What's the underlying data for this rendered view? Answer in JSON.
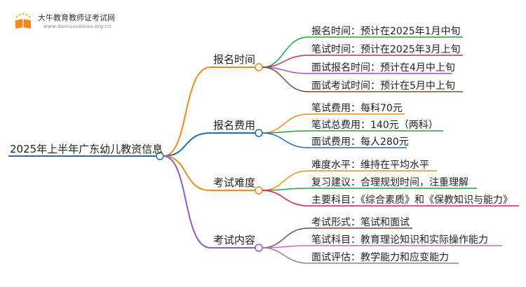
{
  "header": {
    "site_name": "大牛教育教师证考试网",
    "site_url": "www.daniuxuexiao.org.cn"
  },
  "root": {
    "label": "2025年上半年广东幼儿教资信息"
  },
  "colors": {
    "root": "#1a6fb8",
    "branches": [
      "#f28a1a",
      "#1a6fb8",
      "#f28a1a",
      "#8a5cc4"
    ],
    "leaves": [
      [
        "#22a33a",
        "#d4284a",
        "#8a5cc4",
        "#7a4a3a"
      ],
      [
        "#f28a1a",
        "#22a33a",
        "#1a6fb8"
      ],
      [
        "#f28a1a",
        "#22a33a",
        "#d4284a"
      ],
      [
        "#7a4a3a",
        "#d85fd0",
        "#8a8a8a"
      ]
    ]
  },
  "branches": [
    {
      "label": "报名时间",
      "leaves": [
        "报名时间：预计在2025年1月中旬",
        "笔试时间：预计在2025年3月上旬",
        "面试报名时间：预计在4月中上旬",
        "面试考试时间：预计在5月中上旬"
      ]
    },
    {
      "label": "报名费用",
      "leaves": [
        "笔试费用：每科70元",
        "笔试总费用：140元（两科）",
        "面试费用：每人280元"
      ]
    },
    {
      "label": "考试难度",
      "leaves": [
        "难度水平：维持在平均水平",
        "复习建议：合理规划时间，注重理解",
        "主要科目：《综合素质》和《保教知识与能力》"
      ]
    },
    {
      "label": "考试内容",
      "leaves": [
        "考试形式：笔试和面试",
        "笔试科目：教育理论知识和实际操作能力",
        "面试评估：教学能力和应变能力"
      ]
    }
  ]
}
